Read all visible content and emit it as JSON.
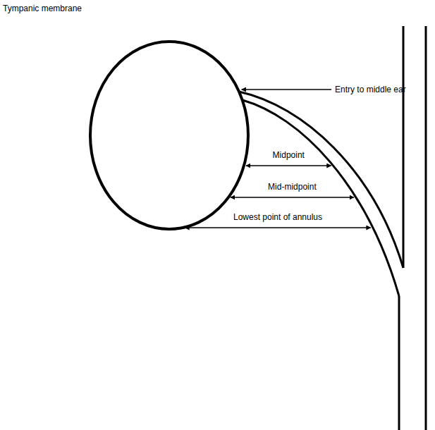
{
  "diagram": {
    "labels": [
      "Tympanic membrane",
      "Entry to middle ear",
      "Midpoint",
      "Mid-midpoint",
      "Lowest point of annulus"
    ]
  }
}
